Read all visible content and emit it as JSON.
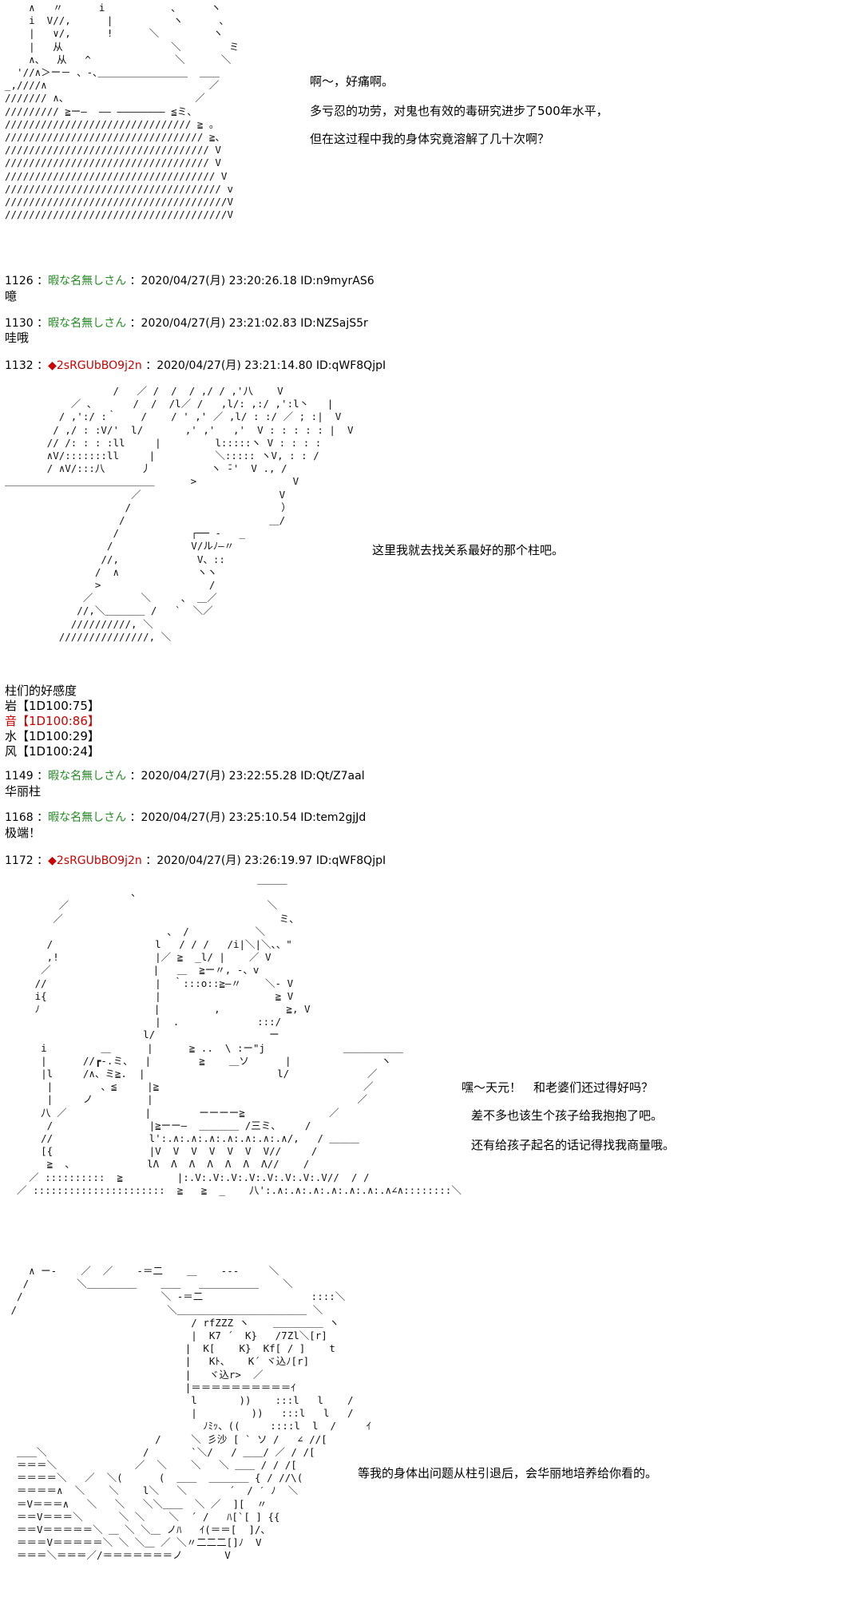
{
  "art": {
    "a1": "    ∧   〃      i           、     ヽ\n    i  V//,      |          ヽ      、\n    |   ∨/,      !      ＼         ヽ\n    |   从                  ＼        ミ\n    ∧、  从   ^              ＼      ＼\n  '//∧＞ー－ 、-､＿＿＿＿＿＿＿＿＿  ＿＿\n_,////∧                           ／\n/////// ∧、                     ／\n///////// ≧ー―  ―― ―――――――― ≦ミ、\n/////////////////////////////// ≧ 。\n///////////////////////////////// ≧、\n////////////////////////////////// V\n////////////////////////////////// V\n/////////////////////////////////// V\n//////////////////////////////////// v\n/////////////////////////////////////V\n/////////////////////////////////////V",
    "a2": "                  /   ／ /  /  / ,/ / ,'八    V\n           ／ 、      /  /  /l／ /   ,l/: ,:/ ,':l丶   |\n         / ,':/ :｀    /    / ' ,' ／ ,l/ : :/ ／ ; :|  V\n        / ,/ : :V/'  l/       ,' ,'   ,'  V : : : : : |  V\n       // /: : : :ll     |         l:::::ヽ V : : : :\n       ∧V/:::::::ll     |          ＼::::: ヽV, : : /\n       / ∧V/:::八      丿          ヽ ̄-'  V ., /\n＿＿＿＿＿＿＿＿＿＿＿＿＿＿＿      >                V\n                     ／                       V\n                    /                         ）\n                   /                        ＿/\n                  /            ┌── ‐   _\n                 /             V/ルﾉ―〃\n                //,             V、::\n               /  ∧             ヽヽ\n               >                  /\n             ／        ＼     、 ＿／\n            //,＼＿＿＿＿ /   `  ＼／\n           //////////, ＼\n         ///////////////, ＼",
    "a3": "                                          ＿＿＿\n                     、\n         ／                                 ＼\n        ／                                    ミ、\n                           、 /           ＼\n       /                 l   / / /   /i|＼|＼、、\"\n       ,!                |／ ≧  _l/ |    ／ V\n      ／                 |   ＿  ≧ー〃, -、v\n     //                  |  ｀:::o::≧―〃    ＼- V\n     i{                  |                   ≧ V\n     ﾉ                   |         ,           ≧, V\n                         |  .             :::/\n                       l/                   ー\n      i         ＿      |      ≧ ..  \\ :ー\"j             ＿＿＿＿＿＿\n      |      //┏-.ミ、  |        ≧    ＿ソ      |               ヽ\n      ∣l     /∧、ミ≧.  |                      l/             ／\n       |        、≦     |≧                                  ／\n       |     ノ         |                                  ／\n      八 ／             |        ーーーー≧              ／\n       /                |≧ーー―  ＿＿＿＿ /三ミ、    /\n      //                l':.∧:.∧:.∧:.∧:.∧:.∧:.∧/,   / ＿＿＿\n      [{                |V  V  V  V  V  V  V//     /\n       ≧  、            lΛ  Λ  Λ  Λ  Λ  Λ  Λ//    /\n    ／ ::::::::::  ≧         |:.V:.V:.V:.V:.V:.V:.V:.V//  / /\n  ／ ::::::::::::::::::::::  ≧   ≧  _    八':.∧:.∧:.∧:.∧:.∧:.∧:.∧∠∧::::::::＼",
    "a4": "    ∧ ー-    ／  ／    -＝二    ＿    ---     ＼\n   /        ＼＿＿＿＿＿    ＿＿   ＿＿＿＿＿＿    ＼\n  /                       ＼ -＝二                  ::::＼\n /                         ＼＿＿＿＿＿＿＿＿＿＿＿＿＿ ＼\n                               / rfZZZ ヽ    ＿＿＿＿＿ ヽ\n                               |  K7 ´  K}   /7Zl＼[r]\n                              |  K[    K}  Kf[ / ]    t\n                              |   Kﾄ、   K´ ヾ込ﾉ[r]\n                              |   ヾ込r>  ／\n                              |＝＝＝＝＝＝＝＝＝＝ｲ\n                               l       ))    :::l   l    /\n                               |         ))   :::l   l   /\n                                 ﾉﾐｯ、((     ::::l  l  /     ｲ\n                         /     ＼ 彡沙 [ ` ソ /   ∠ //[\n  ＿＿＼                /       `＼/   / ＿＿/ ／ / /[\n  ＝＝＝＼             ／  ＼    ＼   ＼ ＿＿ / / /[\n  ＝＝＝＝＼   ／  ＼(      (  ＿＿  ＿＿＿＿ { / //\\(\n  ＝＝＝＝∧  ＼    ＼    l＼   ＼       ´  / ′ ﾉ  ＼\n  ＝V＝＝＝∧   ＼   ＼   ＼＼＿＿  ＼ ／  ][  〃\n  ＝＝V＝＝＝＼      ＼ ＼    ＼  ´ /   ﾊ[`[ ] {{\n  ＝＝V＝＝＝＝＝＼ ＿ ＼ ＼＿ ノﾊ   ｲ(＝＝[  ]/、\n  ＝＝＝V＝＝＝＝＝＼ ＼ ＼＿ ／ ＼〃二二二[]ﾉ  V\n  ＝＝＝＼＝＝＝／/＝＝＝＝＝＝＝ノ       V"
  },
  "panel1": {
    "lines": [
      "啊～，好痛啊。",
      "多亏忍的功劳，对鬼也有效的毒研究进步了500年水平，",
      "但在这过程中我的身体究竟溶解了几十次啊？"
    ]
  },
  "posts": [
    {
      "num": "1126",
      "sep": " ：",
      "name": "暇な名無しさん",
      "date": " ：2020/04/27(月) 23:20:26.18 ID:n9myrAS6",
      "body": "噫"
    },
    {
      "num": "1130",
      "sep": " ：",
      "name": "暇な名無しさん",
      "date": " ：2020/04/27(月) 23:21:02.83 ID:NZSajS5r",
      "body": "哇哦"
    },
    {
      "num": "1132",
      "sep": " ：",
      "diamond": "◆",
      "trip": "2sRGUbBO9j2n",
      "date": " ：2020/04/27(月) 23:21:14.80 ID:qWF8QjpI"
    },
    {
      "num": "1149",
      "sep": " ：",
      "name": "暇な名無しさん",
      "date": " ：2020/04/27(月) 23:22:55.28 ID:Qt/Z7aal",
      "body": "华丽柱"
    },
    {
      "num": "1168",
      "sep": " ：",
      "name": "暇な名無しさん",
      "date": " ：2020/04/27(月) 23:25:10.54 ID:tem2gjJd",
      "body": "极端！"
    },
    {
      "num": "1172",
      "sep": " ：",
      "diamond": "◆",
      "trip": "2sRGUbBO9j2n",
      "date": " ：2020/04/27(月) 23:26:19.97 ID:qWF8QjpI"
    }
  ],
  "panel2": {
    "line": "这里我就去找关系最好的那个柱吧。"
  },
  "affinity": {
    "title": "柱们的好感度",
    "rows": [
      {
        "label": "岩",
        "value": "【1D100:75】",
        "highlight": false
      },
      {
        "label": "音",
        "value": "【1D100:86】",
        "highlight": true
      },
      {
        "label": "水",
        "value": "【1D100:29】",
        "highlight": false
      },
      {
        "label": "风",
        "value": "【1D100:24】",
        "highlight": false
      }
    ]
  },
  "panel3": {
    "lines": [
      "嘿～天元！　和老婆们还过得好吗？",
      "差不多也该生个孩子给我抱抱了吧。",
      "还有给孩子起名的话记得找我商量哦。"
    ]
  },
  "panel4": {
    "line": "等我的身体出问题从柱引退后，会华丽地培养给你看的。"
  },
  "colors": {
    "name_green": "#228b22",
    "trip_red": "#cc0000"
  }
}
